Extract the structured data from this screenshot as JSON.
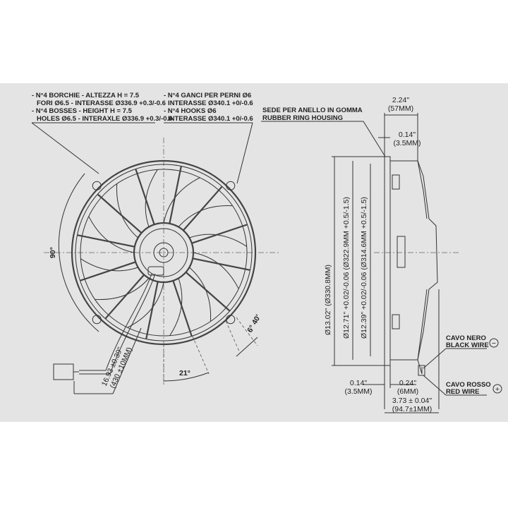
{
  "notes": {
    "bosses": [
      "- N°4 BORCHIE - ALTEZZA H = 7.5",
      "FORI Ø6.5 - INTERASSE Ø336.9 +0.3/-0.6",
      "- N°4 BOSSES - HEIGHT H = 7.5",
      "HOLES Ø6.5 - INTERAXLE Ø336.9 +0.3/-0.6"
    ],
    "hooks": [
      "- N°4 GANCI PER PERNI Ø6",
      "INTERASSE Ø340.1 +0/-0.6",
      "- N°4 HOOKS Ø6",
      "INTERASSE Ø340.1 +0/-0.6"
    ],
    "ring_housing": [
      "SEDE PER ANELLO IN GOMMA",
      "RUBBER RING HOUSING"
    ]
  },
  "front_view": {
    "angle_90": "90°",
    "angle_21": "21°",
    "angle_6_40": "6° 40'",
    "cable_length": [
      "16.93 ±0.39\"",
      "(430 ±10MM)"
    ]
  },
  "side_view": {
    "depth_total": [
      "2.24\"",
      "(57MM)"
    ],
    "ring_offset_top": [
      "0.14\"",
      "(3.5MM)"
    ],
    "dia_outer": "Ø13.02\" (Ø330.8MM)",
    "dia_mid": "Ø12.71\" +0.02/-0.06 (Ø322.9MM +0.5/-1.5)",
    "dia_inner": "Ø12.39\" +0.02/-0.06 (Ø314.6MM +0.5/-1.5)",
    "flange_thk": [
      "0.14\"",
      "(3.5MM)"
    ],
    "gap": [
      "0.24\"",
      "(6MM)"
    ],
    "overall": [
      "3.73 ± 0.04\"",
      "(94.7±1MM)"
    ]
  },
  "wires": {
    "black": [
      "CAVO NERO",
      "BLACK WIRE"
    ],
    "black_symbol": "−",
    "red": [
      "CAVO ROSSO",
      "RED WIRE"
    ],
    "red_symbol": "+"
  }
}
